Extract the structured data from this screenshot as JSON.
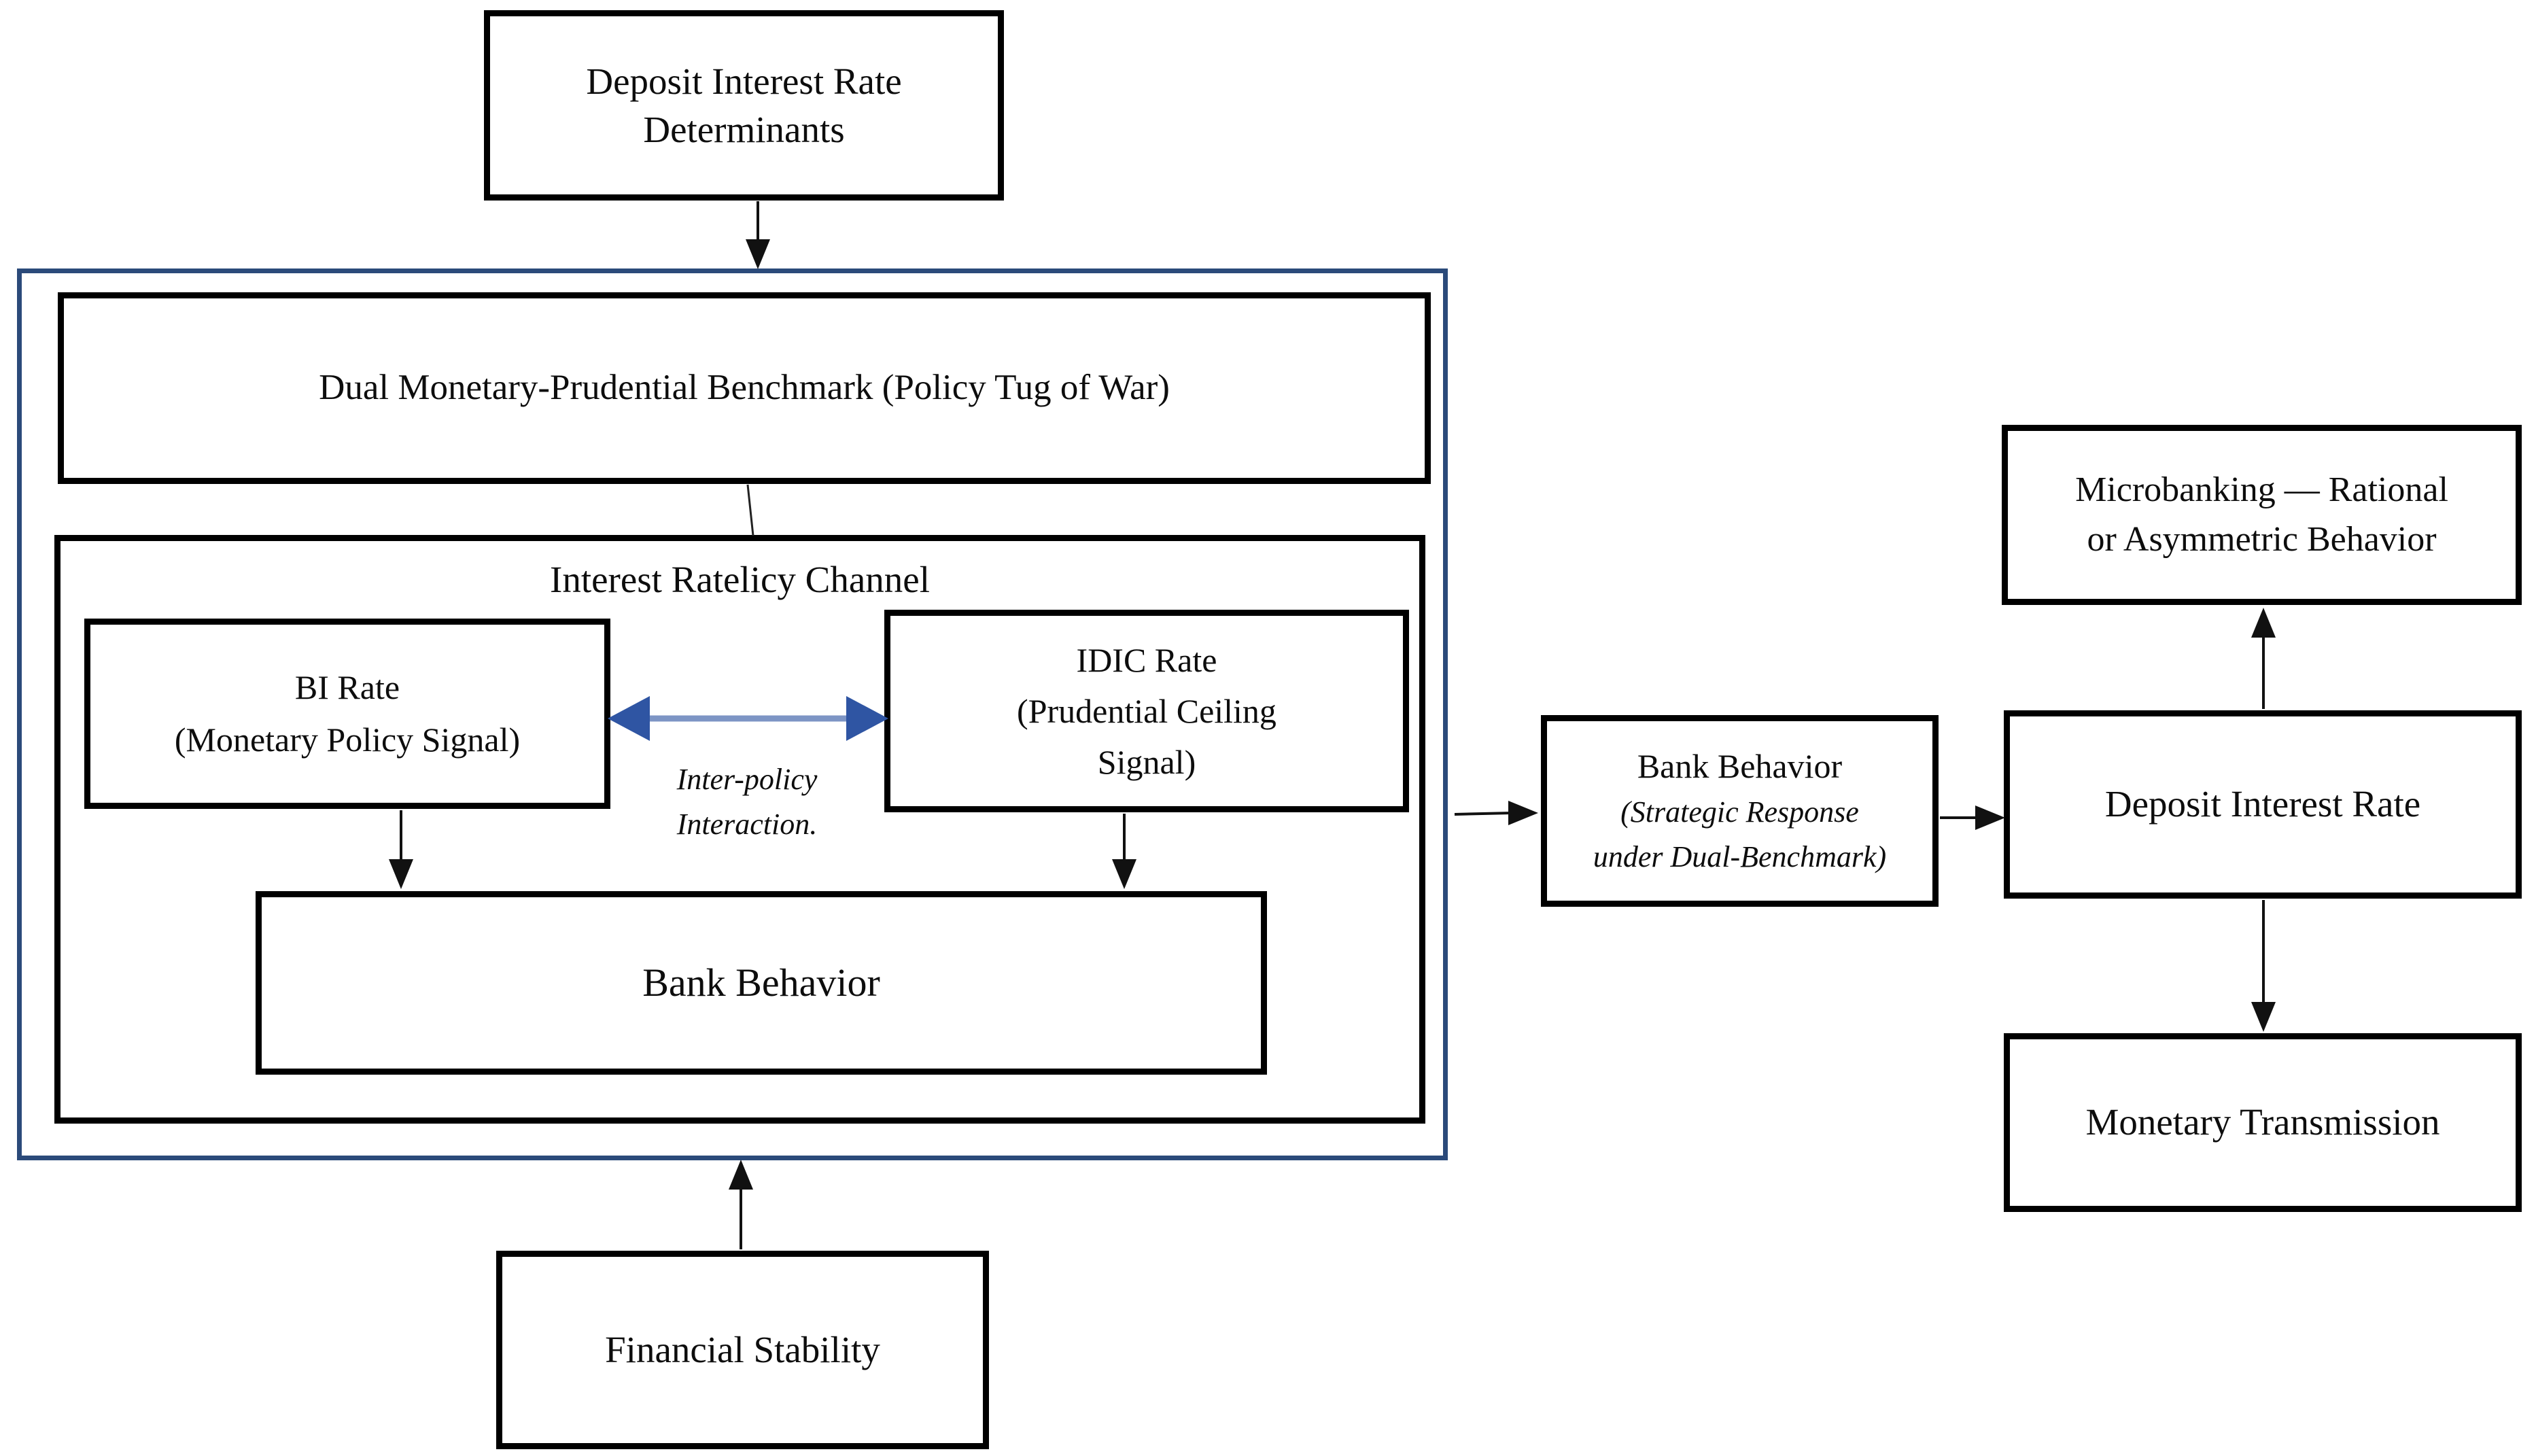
{
  "diagram": {
    "title": "Deposit Interest Rate Determinants Flowchart",
    "colors": {
      "background": "#ffffff",
      "text": "#0d0d0d",
      "box_border": "#000000",
      "container_border": "#2b4a7a",
      "blue_arrow_head": "#2f55a3",
      "blue_arrow_shaft": "#7d95c5"
    },
    "nodes": {
      "determinants": {
        "lines": [
          "Deposit Interest Rate",
          "Determinants"
        ]
      },
      "dual_benchmark": {
        "label": "Dual Monetary-Prudential Benchmark (Policy Tug of War)"
      },
      "interest_rate_channel": {
        "title": "Interest Ratelicy Channel"
      },
      "bi_rate": {
        "lines": [
          "BI Rate",
          "(Monetary Policy Signal)"
        ]
      },
      "idic_rate": {
        "lines": [
          "IDIC Rate",
          "(Prudential Ceiling",
          "Signal)"
        ]
      },
      "inter_policy_label": {
        "lines": [
          "Inter-policy",
          "Interaction."
        ]
      },
      "bank_behavior_inner": {
        "label": "Bank Behavior"
      },
      "financial_stability": {
        "label": "Financial Stability"
      },
      "bank_behavior_outer": {
        "title": "Bank Behavior",
        "subtitle_lines": [
          "(Strategic Response",
          "under Dual-Benchmark)"
        ]
      },
      "microbanking": {
        "lines": [
          "Microbanking — Rational",
          "or Asymmetric Behavior"
        ]
      },
      "deposit_interest_rate": {
        "label": "Deposit Interest Rate"
      },
      "monetary_transmission": {
        "label": "Monetary Transmission"
      }
    }
  }
}
